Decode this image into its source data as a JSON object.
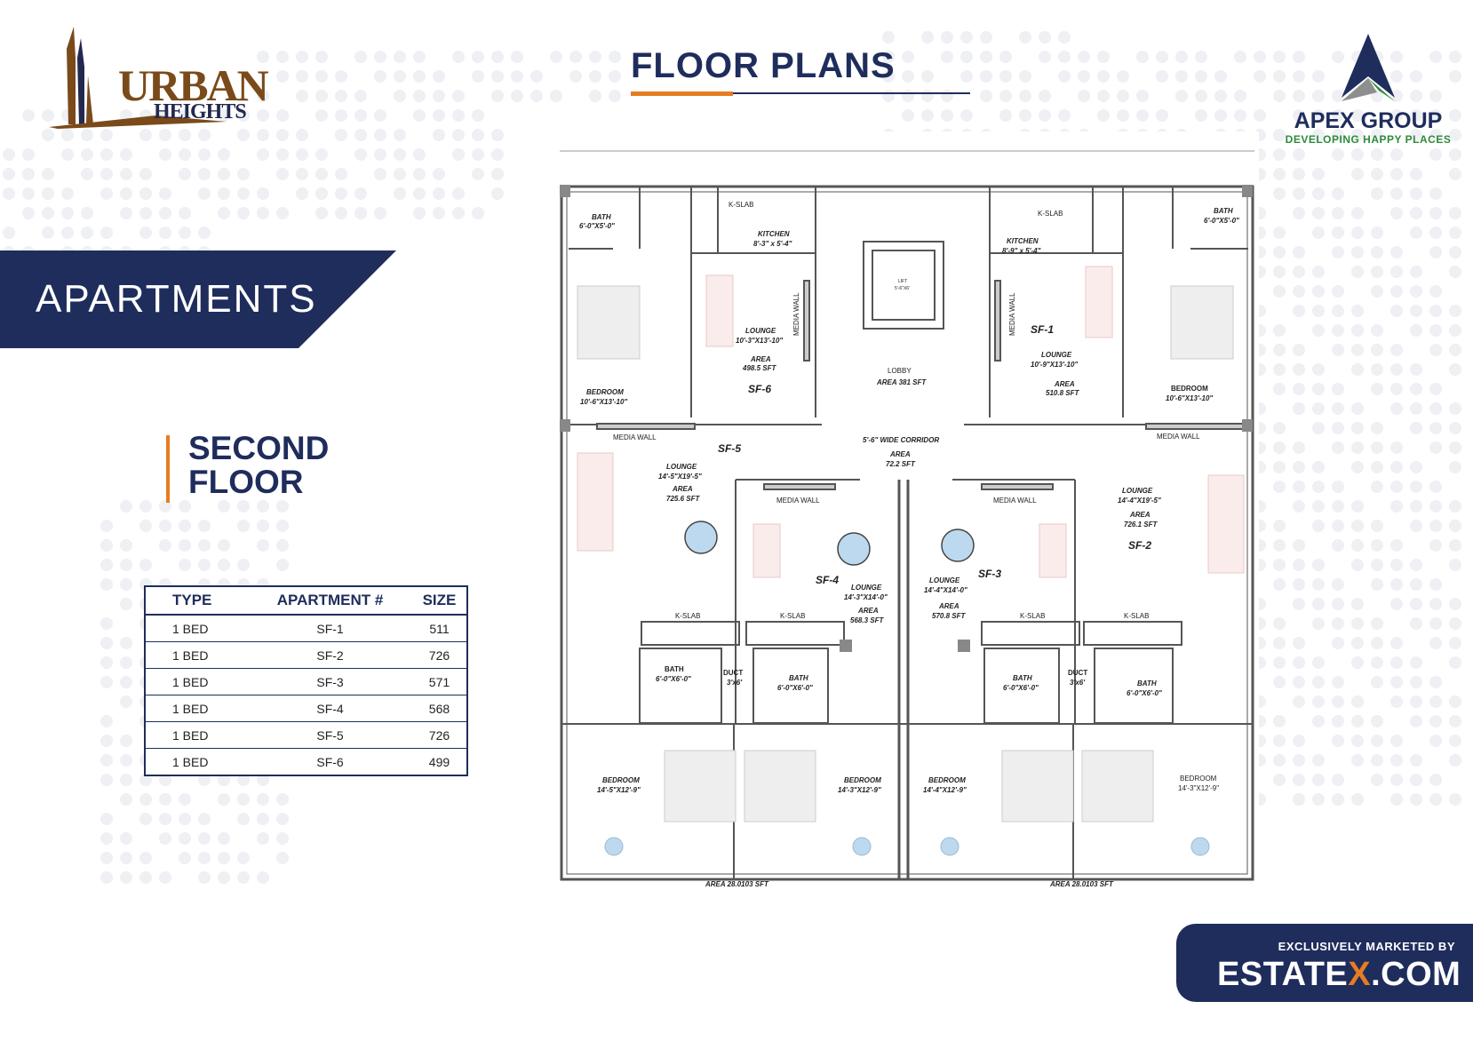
{
  "brand": {
    "logo_word": "URBAN",
    "logo_sub": "HEIGHTS"
  },
  "header": {
    "title": "FLOOR PLANS"
  },
  "developer": {
    "name": "APEX GROUP",
    "tagline": "DEVELOPING HAPPY PLACES"
  },
  "banner": {
    "text": "APARTMENTS"
  },
  "floor": {
    "line1": "SECOND",
    "line2": "FLOOR"
  },
  "table": {
    "headers": [
      "TYPE",
      "APARTMENT #",
      "SIZE"
    ],
    "rows": [
      [
        "1 BED",
        "SF-1",
        "511"
      ],
      [
        "1 BED",
        "SF-2",
        "726"
      ],
      [
        "1 BED",
        "SF-3",
        "571"
      ],
      [
        "1 BED",
        "SF-4",
        "568"
      ],
      [
        "1 BED",
        "SF-5",
        "726"
      ],
      [
        "1 BED",
        "SF-6",
        "499"
      ]
    ]
  },
  "plan": {
    "labels": {
      "bath_tl": "BATH",
      "bath_tl_dim": "6'-0\"X5'-0\"",
      "kslab_tl": "K-SLAB",
      "kitchen_l": "KITCHEN",
      "kitchen_l_dim": "8'-3\" x 5'-4\"",
      "media_wall_l": "MEDIA WALL",
      "lounge_sf6": "LOUNGE",
      "lounge_sf6_dim": "10'-3\"X13'-10\"",
      "area_sf6": "AREA",
      "area_sf6_val": "498.5 SFT",
      "sf6": "SF-6",
      "bedroom_tl": "BEDROOM",
      "bedroom_tl_dim": "10'-6\"X13'-10\"",
      "lift": "LIFT",
      "lift_dim": "5'-6\"X6'",
      "lobby": "LOBBY",
      "lobby_area": "AREA 381 SFT",
      "kslab_tr": "K-SLAB",
      "kitchen_r": "KITCHEN",
      "kitchen_r_dim": "8'-9\" x 5'-4\"",
      "media_wall_r": "MEDIA WALL",
      "sf1": "SF-1",
      "lounge_sf1": "LOUNGE",
      "lounge_sf1_dim": "10'-9\"X13'-10\"",
      "area_sf1": "AREA",
      "area_sf1_val": "510.8 SFT",
      "bath_tr": "BATH",
      "bath_tr_dim": "6'-0\"X5'-0\"",
      "bedroom_tr": "BEDROOM",
      "bedroom_tr_dim": "10'-6\"X13'-10\"",
      "media_wall_ml": "MEDIA WALL",
      "media_wall_mr": "MEDIA WALL",
      "sf5": "SF-5",
      "corridor": "5'-6\" WIDE CORRIDOR",
      "area_cor": "AREA",
      "area_cor_val": "72.2 SFT",
      "lounge_sf5": "LOUNGE",
      "lounge_sf5_dim": "14'-5\"X19'-5\"",
      "area_sf5": "AREA",
      "area_sf5_val": "725.6 SFT",
      "media_wall_4": "MEDIA WALL",
      "media_wall_3": "MEDIA WALL",
      "lounge_sf2": "LOUNGE",
      "lounge_sf2_dim": "14'-4\"X19'-5\"",
      "area_sf2": "AREA",
      "area_sf2_val": "726.1 SFT",
      "sf2": "SF-2",
      "sf4": "SF-4",
      "lounge_sf4": "LOUNGE",
      "lounge_sf4_dim": "14'-3\"X14'-0\"",
      "area_sf4": "AREA",
      "area_sf4_val": "568.3 SFT",
      "lounge_sf3": "LOUNGE",
      "lounge_sf3_dim": "14'-4\"X14'-0\"",
      "sf3": "SF-3",
      "area_sf3": "AREA",
      "area_sf3_val": "570.8 SFT",
      "kslab_1": "K-SLAB",
      "kslab_2": "K-SLAB",
      "kslab_3": "K-SLAB",
      "kslab_4": "K-SLAB",
      "bath_b1": "BATH",
      "bath_b1_dim": "6'-0\"X6'-0\"",
      "duct_l": "DUCT",
      "duct_l_dim": "3'x6'",
      "bath_b2": "BATH",
      "bath_b2_dim": "6'-0\"X6'-0\"",
      "bath_b3": "BATH",
      "bath_b3_dim": "6'-0\"X6'-0\"",
      "duct_r": "DUCT",
      "duct_r_dim": "3'x6'",
      "bath_b4": "BATH",
      "bath_b4_dim": "6'-0\"X6'-0\"",
      "bedroom_b1": "BEDROOM",
      "bedroom_b1_dim": "14'-5\"X12'-9\"",
      "bedroom_b2": "BEDROOM",
      "bedroom_b2_dim": "14'-3\"X12'-9\"",
      "bedroom_b3": "BEDROOM",
      "bedroom_b3_dim": "14'-4\"X12'-9\"",
      "bedroom_b4": "BEDROOM",
      "bedroom_b4_dim": "14'-3\"X12'-9\"",
      "balc_l": "AREA 28.0103 SFT",
      "balc_r": "AREA 28.0103 SFT"
    }
  },
  "marketing": {
    "small": "EXCLUSIVELY MARKETED BY",
    "brand_a": "ESTATE",
    "brand_x": "X",
    "brand_b": ".COM"
  },
  "colors": {
    "navy": "#1f2d5c",
    "orange": "#e57d22",
    "brown": "#7a4a1a",
    "green": "#2e8b3b"
  }
}
